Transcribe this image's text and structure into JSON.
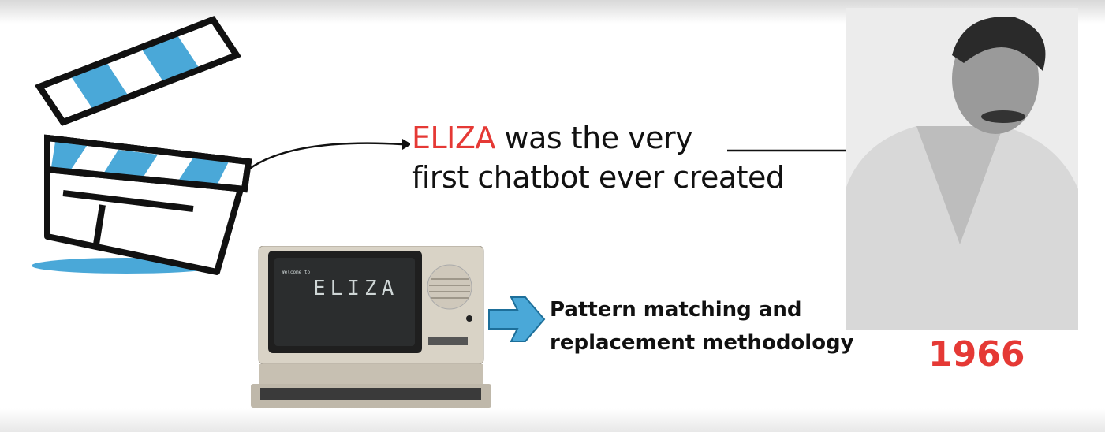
{
  "headline": {
    "highlight": "ELIZA",
    "rest_line1": " was the very",
    "line2": "first chatbot ever created"
  },
  "method": {
    "line1": "Pattern matching and",
    "line2": "replacement methodology"
  },
  "year": "1966",
  "terminal": {
    "welcome": "Welcome to",
    "title": "ELIZA"
  },
  "colors": {
    "accent_red": "#e53935",
    "accent_blue": "#4aa8d8"
  }
}
